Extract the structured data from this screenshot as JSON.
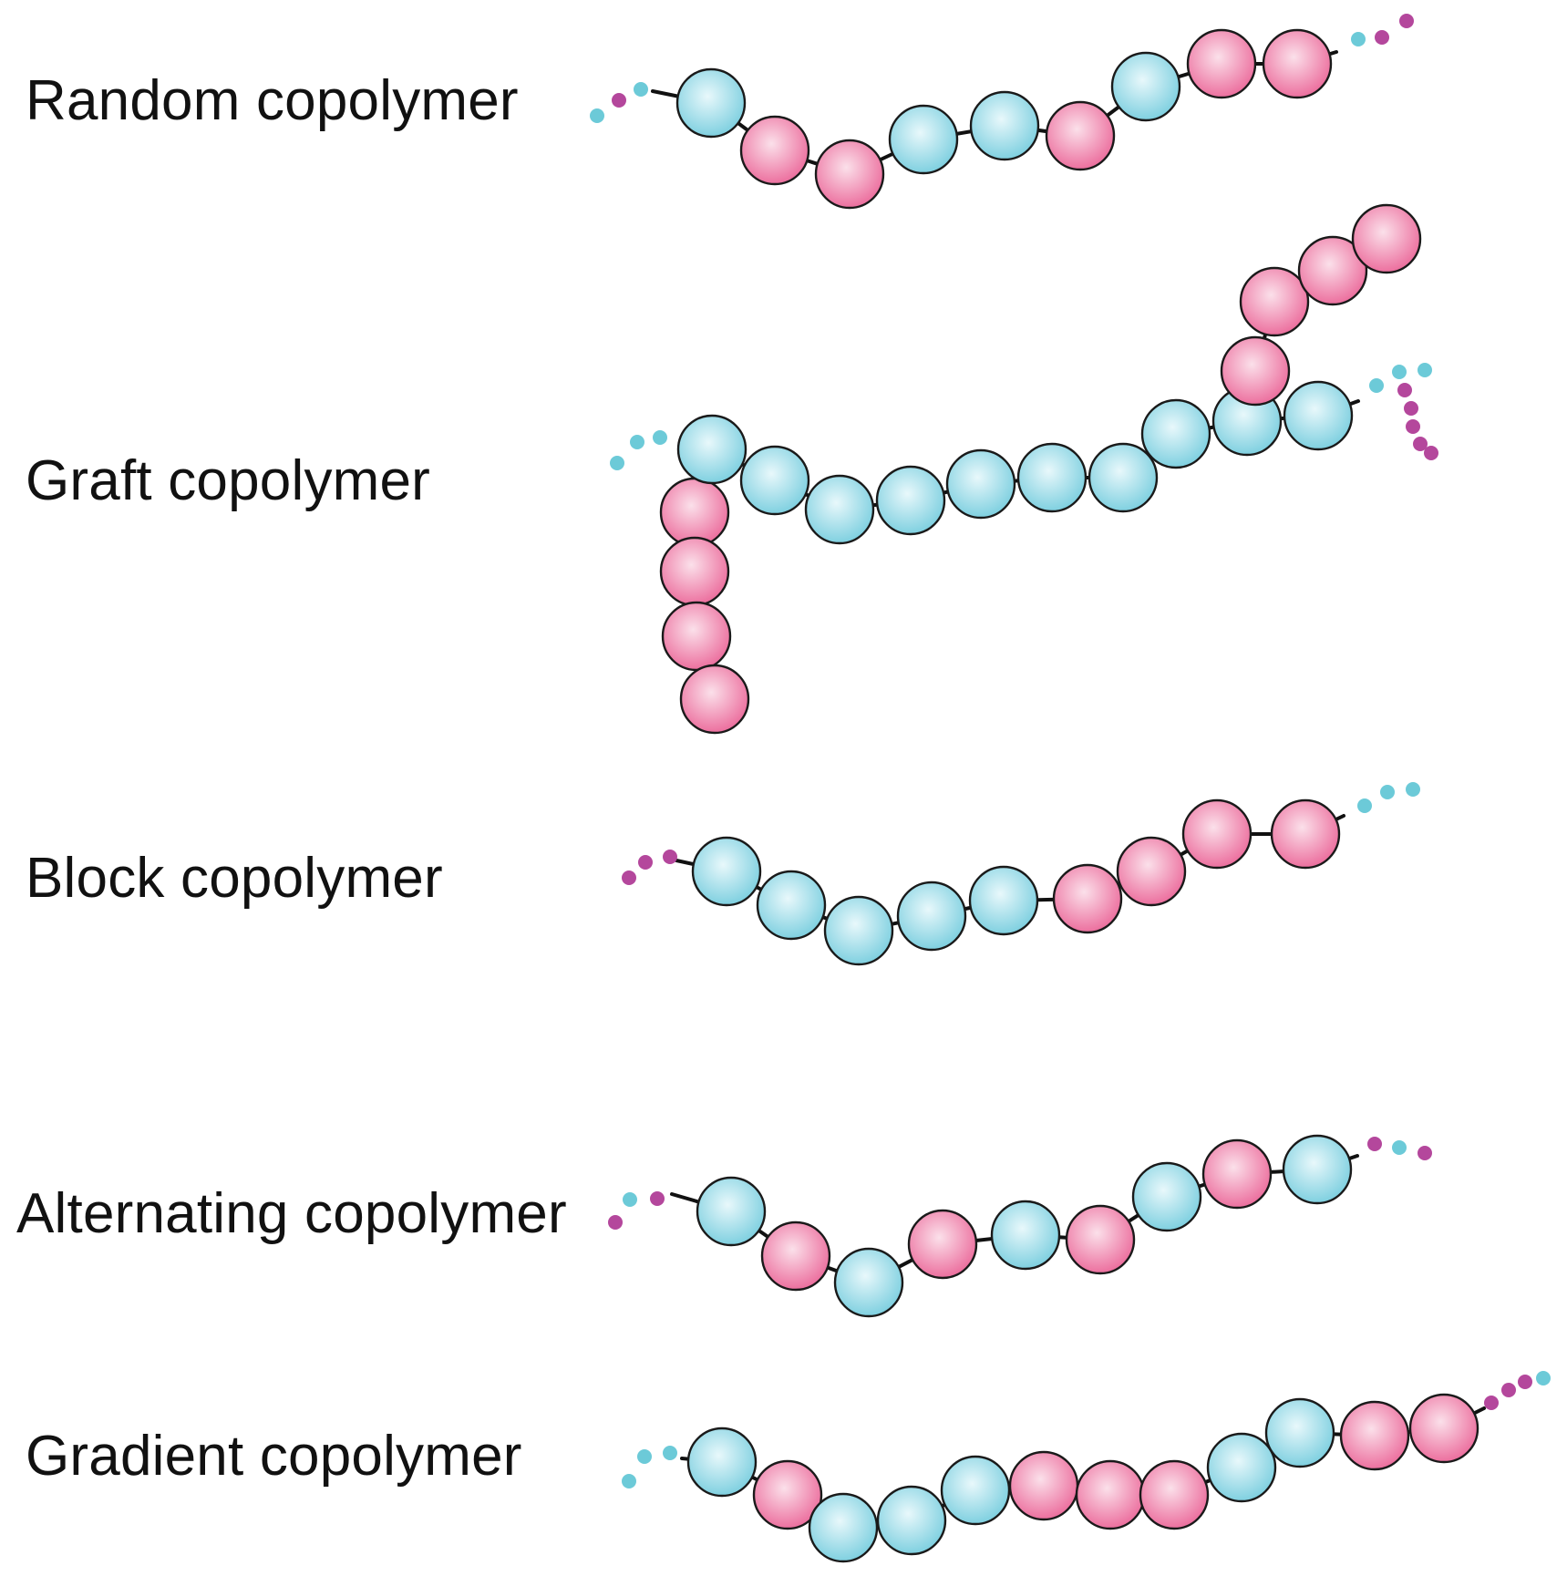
{
  "colors": {
    "monomer_a": "#7fd0e0",
    "monomer_b": "#ec6f9e",
    "end_dot_a": "#6ccad8",
    "end_dot_b": "#b4479c",
    "bond": "#111111"
  },
  "rows": [
    {
      "id": "random",
      "label": "Random copolymer",
      "backbone": [
        "A",
        "B",
        "B",
        "A",
        "A",
        "B",
        "A",
        "B",
        "B"
      ],
      "start_dots": [
        "A",
        "B",
        "A"
      ],
      "end_dots": [
        "A",
        "B",
        "B"
      ]
    },
    {
      "id": "graft",
      "label": "Graft copolymer",
      "backbone": [
        "A",
        "A",
        "A",
        "A",
        "A",
        "A",
        "A",
        "A",
        "A",
        "A"
      ],
      "branches": [
        {
          "attached_to": 0,
          "units": [
            "B",
            "B",
            "B",
            "B"
          ]
        },
        {
          "attached_to": 7,
          "units": [
            "B",
            "B",
            "B",
            "B"
          ]
        }
      ],
      "start_dots": [
        "A",
        "A",
        "A"
      ],
      "end_dots": [
        "A",
        "A",
        "A",
        "B",
        "B",
        "B",
        "B",
        "B"
      ]
    },
    {
      "id": "block",
      "label": "Block copolymer",
      "backbone": [
        "A",
        "A",
        "A",
        "A",
        "A",
        "B",
        "B",
        "B",
        "B"
      ],
      "start_dots": [
        "B",
        "B",
        "B"
      ],
      "end_dots": [
        "A",
        "A",
        "A"
      ]
    },
    {
      "id": "alternating",
      "label": "Alternating copolymer",
      "backbone": [
        "A",
        "B",
        "A",
        "B",
        "A",
        "B",
        "A",
        "B",
        "A"
      ],
      "start_dots": [
        "B",
        "A",
        "B"
      ],
      "end_dots": [
        "B",
        "A",
        "B"
      ]
    },
    {
      "id": "gradient",
      "label": "Gradient copolymer",
      "backbone": [
        "A",
        "B",
        "A",
        "A",
        "A",
        "B",
        "B",
        "B",
        "A",
        "A",
        "B",
        "B"
      ],
      "start_dots": [
        "A",
        "A",
        "A"
      ],
      "end_dots": [
        "B",
        "B",
        "B",
        "A"
      ]
    }
  ]
}
